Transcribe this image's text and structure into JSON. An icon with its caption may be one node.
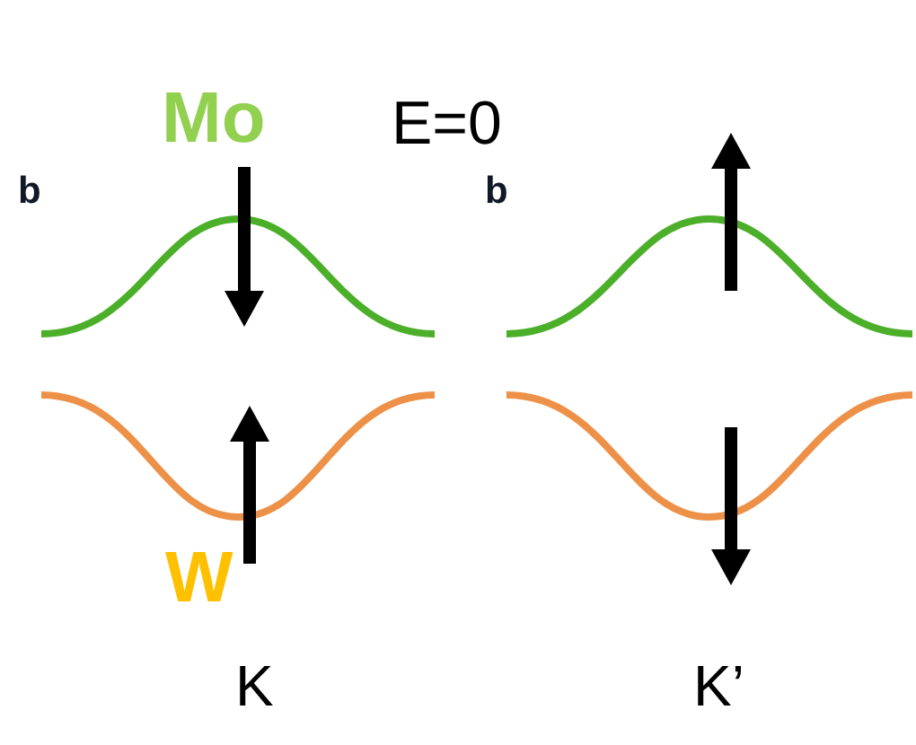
{
  "diagram": {
    "labels": [
      "Mo",
      "E=0",
      "b",
      "b",
      "W",
      "K",
      "K’"
    ]
  }
}
